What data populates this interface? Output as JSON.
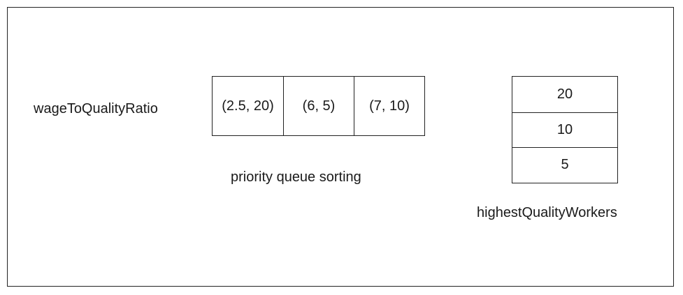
{
  "ratio_label": "wageToQualityRatio",
  "priority_queue": {
    "cells": [
      "(2.5, 20)",
      "(6, 5)",
      "(7, 10)"
    ],
    "caption": "priority queue sorting"
  },
  "highest_quality_workers": {
    "cells": [
      "20",
      "10",
      "5"
    ],
    "caption": "highestQualityWorkers"
  }
}
